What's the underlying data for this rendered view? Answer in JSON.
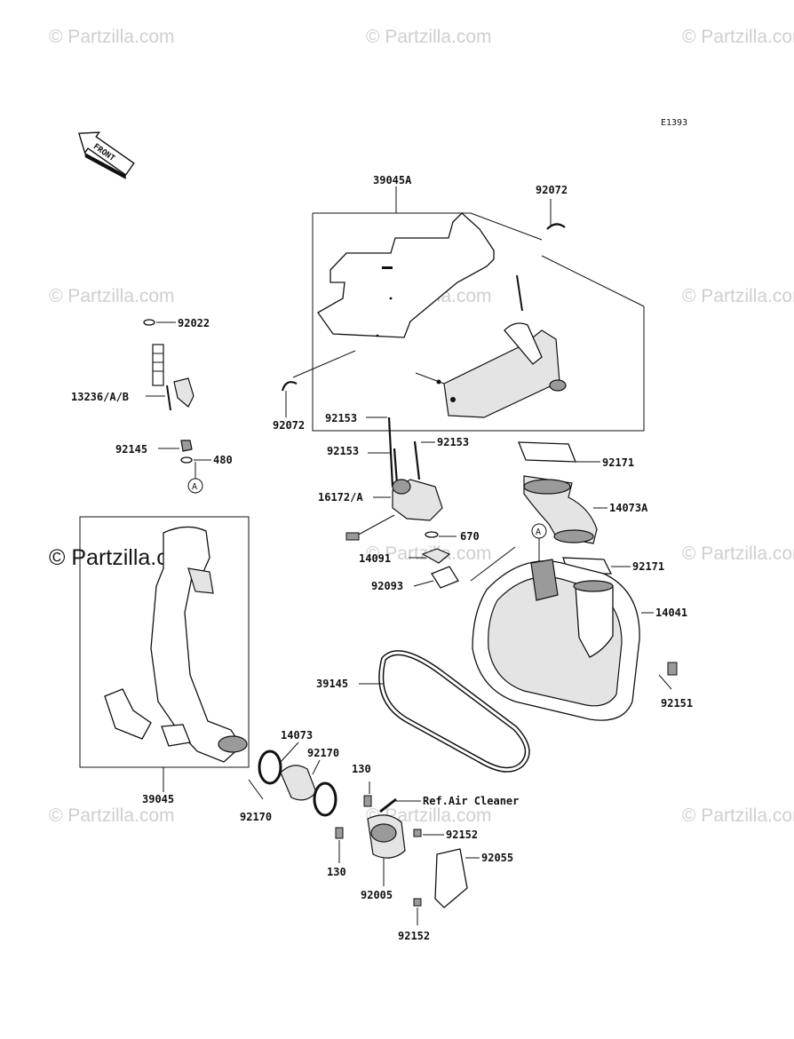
{
  "diagram_code": "E1393",
  "front_arrow_label": "FRONT",
  "ref_a": "A",
  "watermark": "© Partzilla.com",
  "labels": {
    "p39045A": "39045A",
    "p92072_top": "92072",
    "p92072_bottom": "92072",
    "p92022": "92022",
    "p13236": "13236/A/B",
    "p92145": "92145",
    "p480": "480",
    "p92153_a": "92153",
    "p92153_b": "92153",
    "p92153_c": "92153",
    "p16172": "16172/A",
    "p670": "670",
    "p14091": "14091",
    "p92093": "92093",
    "p92171_top": "92171",
    "p14073A": "14073A",
    "p92171_mid": "92171",
    "p14041": "14041",
    "p39145": "39145",
    "p92151": "92151",
    "p14073": "14073",
    "p92170_a": "92170",
    "p92170_b": "92170",
    "p39045": "39045",
    "p130_a": "130",
    "p130_b": "130",
    "ref_air_cleaner": "Ref.Air Cleaner",
    "p92152_a": "92152",
    "p92152_b": "92152",
    "p92055": "92055",
    "p92005": "92005"
  }
}
